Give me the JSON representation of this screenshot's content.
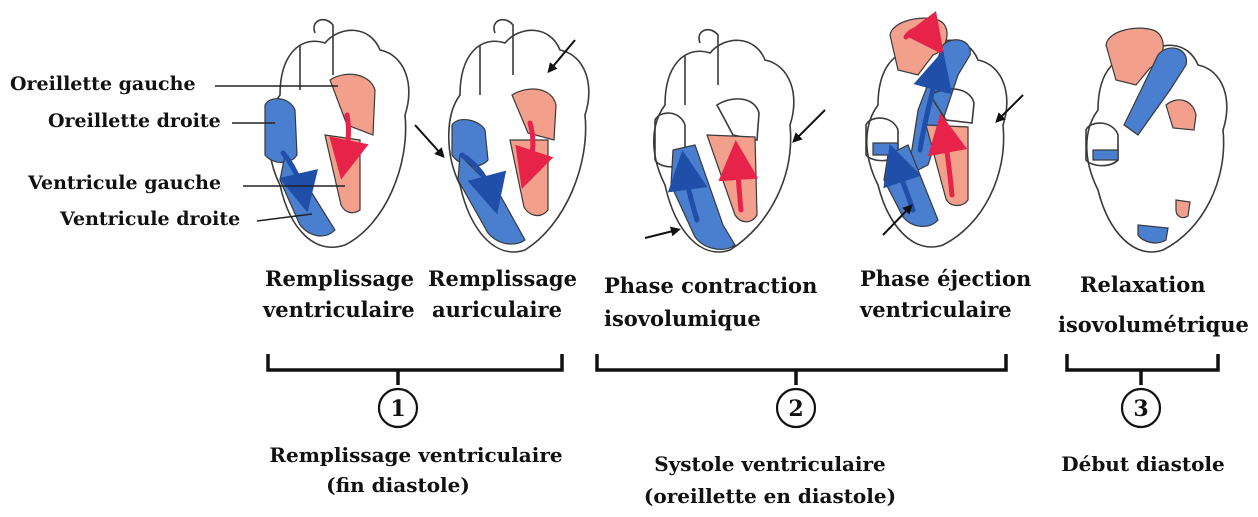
{
  "part_labels": {
    "left_atrium": "Oreillette gauche",
    "right_atrium": "Oreillette droite",
    "left_ventricle": "Ventricule gauche",
    "right_ventricle": "Ventricule droite"
  },
  "phases": [
    {
      "line1": "Remplissage",
      "line2": "ventriculaire"
    },
    {
      "line1": "Remplissage",
      "line2": "auriculaire"
    },
    {
      "line1": "Phase contraction",
      "line2": "isovolumique"
    },
    {
      "line1": "Phase éjection",
      "line2": "ventriculaire"
    },
    {
      "line1": "Relaxation",
      "line2": "isovolumétrique"
    }
  ],
  "groups": [
    {
      "number": "1",
      "line1": "Remplissage ventriculaire",
      "line2": "(fin diastole)"
    },
    {
      "number": "2",
      "line1": "Systole ventriculaire",
      "line2": "(oreillette en diastole)"
    },
    {
      "number": "3",
      "line1": "Début diastole",
      "line2": ""
    }
  ],
  "colors": {
    "deoxygenated": "#4a7fd0",
    "oxygenated": "#f2a08c",
    "flow_red": "#e8234a",
    "flow_blue": "#1f4fa8"
  }
}
